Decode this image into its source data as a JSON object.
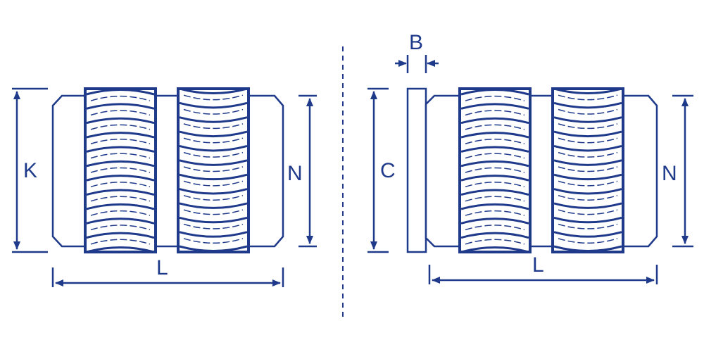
{
  "colors": {
    "line": "#1f3a8a",
    "fill": "#ffffff"
  },
  "left_figure": {
    "dimensions": {
      "height": "K",
      "inner": "N",
      "length": "L"
    }
  },
  "right_figure": {
    "dimensions": {
      "width": "B",
      "height": "C",
      "inner": "N",
      "length": "L"
    }
  }
}
